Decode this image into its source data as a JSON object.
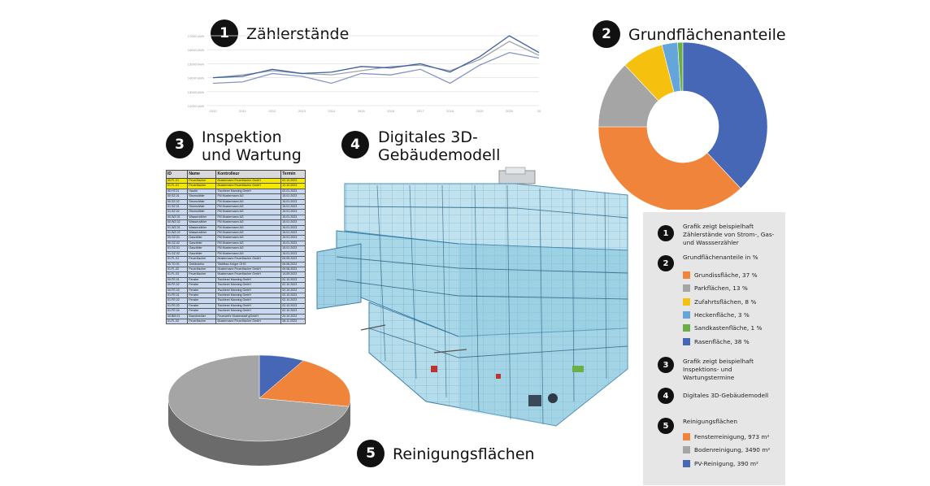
{
  "sections": {
    "s1": {
      "num": "1",
      "title": "Zählerstände"
    },
    "s2": {
      "num": "2",
      "title": "Grundflächenanteile"
    },
    "s3": {
      "num": "3",
      "title_line1": "Inspektion",
      "title_line2": "und Wartung"
    },
    "s4": {
      "num": "4",
      "title_line1": "Digitales 3D-",
      "title_line2": "Gebäudemodell"
    },
    "s5": {
      "num": "5",
      "title": "Reinigungsflächen"
    }
  },
  "chart_data": [
    {
      "type": "line",
      "title": "",
      "x": [
        "2010",
        "2011",
        "2012",
        "2013",
        "2014",
        "2015",
        "2016",
        "2017",
        "2018",
        "2019",
        "2020",
        "20"
      ],
      "yticks": [
        "17000 kWh",
        "16000 kWh",
        "15000 kWh",
        "14000 kWh",
        "13000 kWh",
        "12000 kWh"
      ],
      "ylim": [
        12000,
        17000
      ],
      "grid": true,
      "series": [
        {
          "color": "#8596c4",
          "values": [
            13600,
            13700,
            14300,
            14100,
            13600,
            14300,
            14200,
            14600,
            13600,
            14900,
            15800,
            15400
          ]
        },
        {
          "color": "#9fa3aa",
          "values": [
            14000,
            14200,
            14500,
            14300,
            14200,
            14500,
            14800,
            14900,
            14500,
            15300,
            16600,
            15600
          ]
        },
        {
          "color": "#3d5fa0",
          "values": [
            14000,
            14100,
            14600,
            14300,
            14400,
            14800,
            14700,
            15000,
            14400,
            15500,
            17000,
            15800
          ]
        }
      ]
    },
    {
      "type": "pie",
      "variant": "donut",
      "values": [
        37,
        13,
        8,
        3,
        1,
        38
      ],
      "colors": [
        "#f0843a",
        "#a5a5a5",
        "#f5c10e",
        "#64a5dc",
        "#6cae46",
        "#4567b5"
      ]
    },
    {
      "type": "pie",
      "variant": "3d",
      "values": [
        973,
        3490,
        390
      ],
      "colors": [
        "#f0843a",
        "#a5a5a5",
        "#4567b5"
      ]
    }
  ],
  "table": {
    "headers": [
      "ID",
      "Name",
      "Kontrolleur",
      "Termin"
    ],
    "rows": [
      [
        "00.FL.01",
        "Feuerlöscher",
        "Mustermann Feuerlöscher GmbH",
        "02.10.2023",
        "y"
      ],
      [
        "01.FL.01",
        "Feuerlöscher",
        "Mustermann Feuerlöscher GmbH",
        "12.10.2023",
        "y"
      ],
      [
        "00.HT.01",
        "Hautür",
        "Tischlerei Manning GmbH",
        "02.01.2023",
        "b"
      ],
      [
        "00.SZ.01",
        "Stromzähler",
        "FM Mustermann AG",
        "15.01.2023",
        "b"
      ],
      [
        "00.SZ.02",
        "Stromzähler",
        "FM Mustermann AG",
        "15.01.2023",
        "b"
      ],
      [
        "01.SZ.01",
        "Stromzähler",
        "FM Mustermann AG",
        "15.01.2023",
        "b"
      ],
      [
        "01.SZ.02",
        "Stromzähler",
        "FM Mustermann AG",
        "15.01.2023",
        "b"
      ],
      [
        "00.WZ.01",
        "Wasserzähler",
        "FM Mustermann AG",
        "15.01.2023",
        "b"
      ],
      [
        "00.WZ.02",
        "Wasserzähler",
        "FM Mustermann AG",
        "15.01.2023",
        "b"
      ],
      [
        "01.WZ.01",
        "Wasserzähler",
        "FM Mustermann AG",
        "15.01.2023",
        "b"
      ],
      [
        "01.WZ.02",
        "Wasserzähler",
        "FM Mustermann AG",
        "15.01.2023",
        "b"
      ],
      [
        "00.GZ.01",
        "Gaszähler",
        "FM Mustermann AG",
        "15.01.2023",
        "b"
      ],
      [
        "00.GZ.02",
        "Gaszähler",
        "FM Mustermann AG",
        "15.01.2023",
        "b"
      ],
      [
        "01.GZ.01",
        "Gaszähler",
        "FM Mustermann AG",
        "15.01.2023",
        "b"
      ],
      [
        "01.GZ.02",
        "Gaszähler",
        "FM Mustermann AG",
        "15.01.2023",
        "b"
      ],
      [
        "01.FL.01",
        "Feuerlöscher",
        "Mustermann Feuerlöscher GmbH",
        "05.05.2023",
        "b"
      ],
      [
        "00.TO.01",
        "Gebäudetor",
        "Stahlbau Krüger OHG",
        "06.06.2023",
        "b"
      ],
      [
        "01.FL.02",
        "Feuerlöscher",
        "Mustermann Feuerlöscher GmbH",
        "09.08.2023",
        "b"
      ],
      [
        "01.FL.03",
        "Feuerlöscher",
        "Mustermann Feuerlöscher GmbH",
        "14.09.2023",
        "b"
      ],
      [
        "00.FE.01",
        "Fenster",
        "Tischlerei Manning GmbH",
        "02.10.2023",
        "b"
      ],
      [
        "00.FE.02",
        "Fenster",
        "Tischlerei Manning GmbH",
        "02.10.2023",
        "b"
      ],
      [
        "00.FE.03",
        "Fenster",
        "Tischlerei Manning GmbH",
        "02.10.2023",
        "b"
      ],
      [
        "01.FE.01",
        "Fenster",
        "Tischlerei Manning GmbH",
        "02.10.2023",
        "b"
      ],
      [
        "01.FE.02",
        "Fenster",
        "Tischlerei Manning GmbH",
        "02.10.2023",
        "b"
      ],
      [
        "01.FE.03",
        "Fenster",
        "Tischlerei Manning GmbH",
        "02.10.2023",
        "b"
      ],
      [
        "01.FE.04",
        "Fenster",
        "Tischlerei Manning GmbH",
        "02.10.2023",
        "b"
      ],
      [
        "00.BM.01",
        "Brandmelder",
        "Feuerwehr Musterstadt gGmbH",
        "20.10.2023",
        "b"
      ],
      [
        "01.FL.02",
        "Feuerlöscher",
        "Mustermann Feuerlöscher GmbH",
        "08.11.2023",
        "b"
      ]
    ]
  },
  "legend": {
    "l1": {
      "num": "1",
      "text": "Grafik zeigt beispielhaft Zählerstände von Strom-, Gas- und Wassserzähler"
    },
    "l2": {
      "num": "2",
      "text": "Grundflächenanteile in %",
      "items": [
        {
          "label": "Grundissfläche, 37 %",
          "color": "#f0843a"
        },
        {
          "label": "Parkflächen, 13 %",
          "color": "#a5a5a5"
        },
        {
          "label": "Zufahrtsflächen, 8 %",
          "color": "#f5c10e"
        },
        {
          "label": "Heckenfläche, 3 %",
          "color": "#64a5dc"
        },
        {
          "label": "Sandkastenfläche, 1 %",
          "color": "#6cae46"
        },
        {
          "label": "Rasenfläche, 38 %",
          "color": "#4567b5"
        }
      ]
    },
    "l3": {
      "num": "3",
      "text": "Grafik zeigt beispielhaft Inspektions- und Wartungstermine"
    },
    "l4": {
      "num": "4",
      "text": "Digitales 3D-Gebäudemodell"
    },
    "l5": {
      "num": "5",
      "text": "Reinigungsflächen",
      "items": [
        {
          "label": "Fensterreinigung, 973 m²",
          "color": "#f0843a"
        },
        {
          "label": "Bodenreinigung, 3490 m²",
          "color": "#a5a5a5"
        },
        {
          "label": "PV-Reinigung, 390 m²",
          "color": "#4567b5"
        }
      ]
    }
  }
}
